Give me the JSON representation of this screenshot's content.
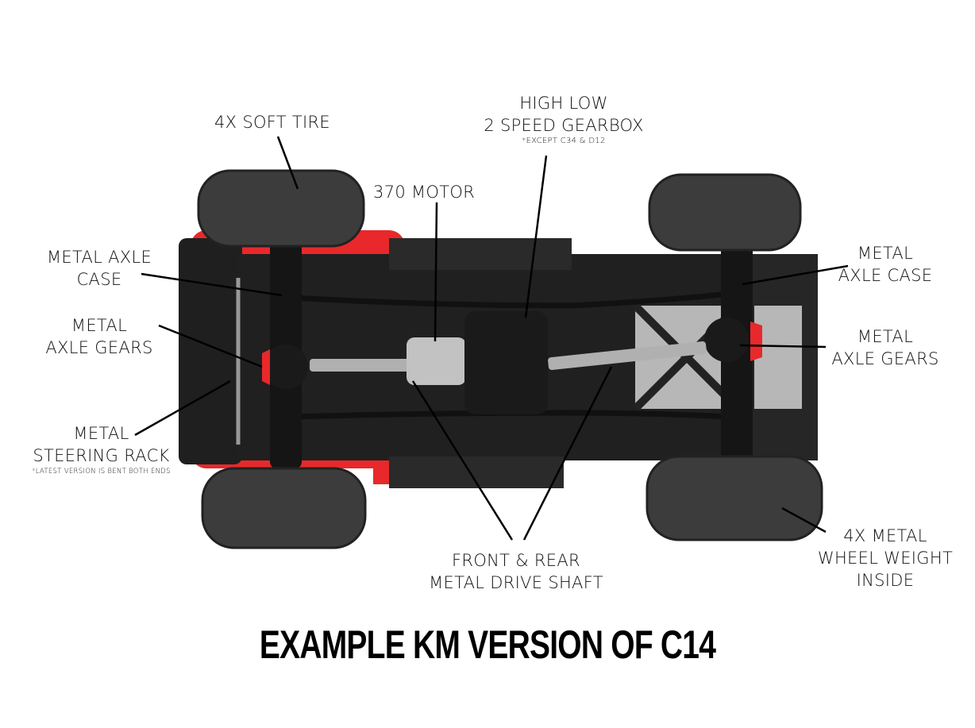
{
  "labels": {
    "soft_tire": "4X SOFT TIRE",
    "gearbox_line1": "HIGH LOW",
    "gearbox_line2": "2 SPEED GEARBOX",
    "gearbox_note": "*EXCEPT C34 & D12",
    "motor": "370 MOTOR",
    "front_axle_case_line1": "METAL AXLE",
    "front_axle_case_line2": "CASE",
    "rear_axle_case_line1": "METAL",
    "rear_axle_case_line2": "AXLE CASE",
    "front_axle_gears_line1": "METAL",
    "front_axle_gears_line2": "AXLE GEARS",
    "rear_axle_gears_line1": "METAL",
    "rear_axle_gears_line2": "AXLE GEARS",
    "steering_line1": "METAL",
    "steering_line2": "STEERING RACK",
    "steering_note": "*LATEST VERSION IS BENT BOTH ENDS",
    "drive_shaft_line1": "FRONT & REAR",
    "drive_shaft_line2": "METAL DRIVE SHAFT",
    "wheel_weight_line1": "4X METAL",
    "wheel_weight_line2": "WHEEL WEIGHT",
    "wheel_weight_line3": "INSIDE"
  },
  "title": "EXAMPLE KM VERSION OF C14",
  "colors": {
    "body_red": "#e8282b",
    "chassis": "#1c1c1c",
    "tire": "#3a3a3a",
    "metal": "#a9a9a9"
  }
}
